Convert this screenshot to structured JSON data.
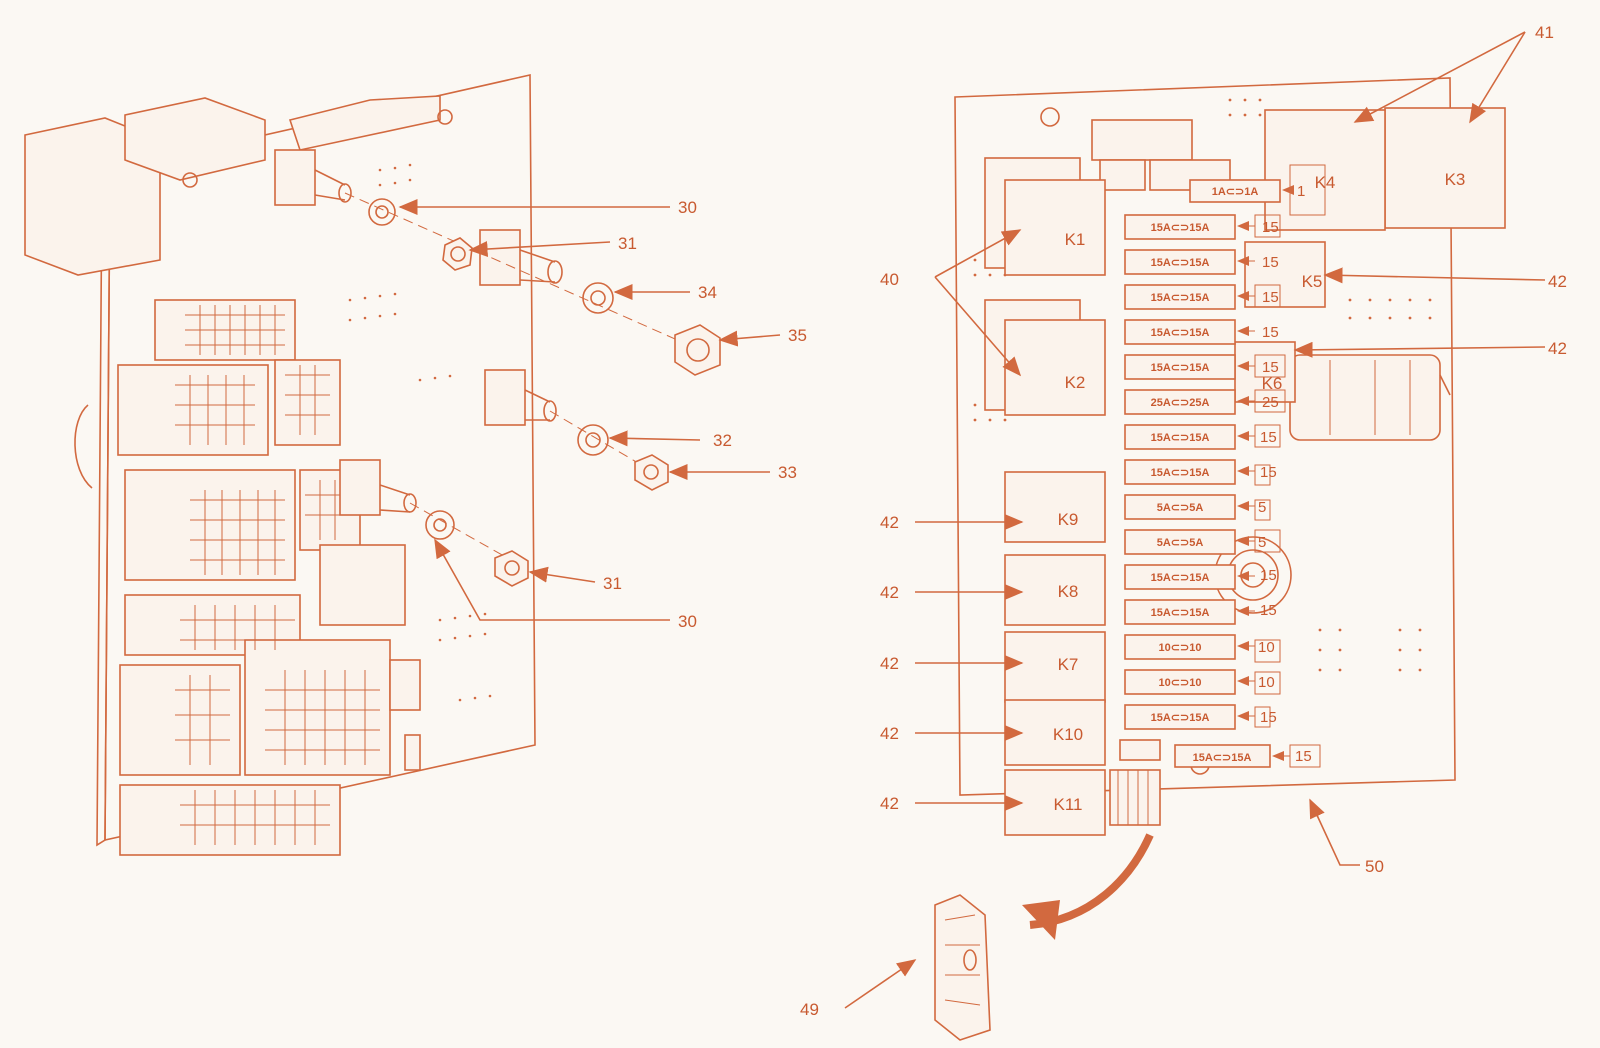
{
  "diagram": {
    "left_callouts": [
      "30",
      "31",
      "34",
      "35",
      "32",
      "33",
      "31",
      "30"
    ],
    "right_callouts": {
      "c41": "41",
      "c40": "40",
      "c42": [
        "42",
        "42",
        "42",
        "42",
        "42",
        "42",
        "42"
      ],
      "c50": "50",
      "c49": "49"
    },
    "relays": [
      "K1",
      "K2",
      "K3",
      "K4",
      "K5",
      "K6",
      "K7",
      "K8",
      "K9",
      "K10",
      "K11"
    ],
    "fuses": [
      {
        "label": "15A⊂⊃15A",
        "rating": "15"
      },
      {
        "label": "15A⊂⊃15A",
        "rating": "15"
      },
      {
        "label": "15A⊂⊃15A",
        "rating": "15"
      },
      {
        "label": "15A⊂⊃15A",
        "rating": "15"
      },
      {
        "label": "15A⊂⊃15A",
        "rating": "15"
      },
      {
        "label": "25A⊂⊃25A",
        "rating": "25"
      },
      {
        "label": "15A⊂⊃15A",
        "rating": "15"
      },
      {
        "label": "15A⊂⊃15A",
        "rating": "15"
      },
      {
        "label": "5A⊂⊃5A",
        "rating": "5"
      },
      {
        "label": "5A⊂⊃5A",
        "rating": "5"
      },
      {
        "label": "15A⊂⊃15A",
        "rating": "15"
      },
      {
        "label": "15A⊂⊃15A",
        "rating": "15"
      },
      {
        "label": "10⊂⊃10",
        "rating": "10"
      },
      {
        "label": "10⊂⊃10",
        "rating": "10"
      },
      {
        "label": "15A⊂⊃15A",
        "rating": "15"
      },
      {
        "label": "1A⊂⊃1A",
        "rating": "1"
      }
    ],
    "bottom_fuse": {
      "label": "15A⊂⊃15A",
      "rating": "15"
    }
  }
}
